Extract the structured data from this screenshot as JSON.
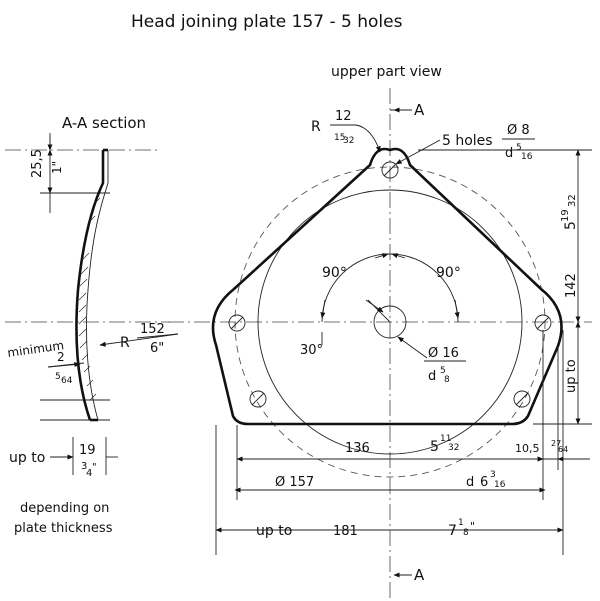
{
  "title": "Head joining plate 157  - 5 holes",
  "view_label": "upper part view",
  "section": {
    "title": "A-A section",
    "top_mm": "25,5",
    "top_in": "1\"",
    "radius_prefix": "R",
    "radius_mm": "152",
    "radius_in": "6\"",
    "minimum_label": "minimum",
    "min_mm": "2",
    "min_in_num": "5",
    "min_in_den": "64",
    "width_prefix": "up to",
    "width_mm": "19",
    "width_in_num": "3",
    "width_in_den": "4",
    "note_line1": "depending on",
    "note_line2": "plate thickness"
  },
  "plate": {
    "section_marker": "A",
    "corner_radius_prefix": "R",
    "corner_radius_mm": "12",
    "corner_radius_in_num": "15",
    "corner_radius_in_den": "32",
    "holes_label": "5 holes",
    "hole_dia_mm": "Ø 8",
    "hole_dia_in_prefix": "d",
    "hole_dia_in_num": "5",
    "hole_dia_in_den": "16",
    "angle_left": "90°",
    "angle_right": "90°",
    "angle_small": "30°",
    "center_dia_mm": "Ø 16",
    "center_dia_in_prefix": "d",
    "center_dia_in_num": "5",
    "center_dia_in_den": "8",
    "height_top_in_whole": "5",
    "height_top_in_num": "19",
    "height_top_in_den": "32",
    "height_mm": "142",
    "height_prefix": "up to",
    "width_136_mm": "136",
    "width_136_in_whole": "5",
    "width_136_in_num": "11",
    "width_136_in_den": "32",
    "offset_mm": "10,5",
    "offset_in_num": "27",
    "offset_in_den": "64",
    "bolt_circle_mm": "Ø 157",
    "bolt_circle_in_prefix": "d",
    "bolt_circle_in_whole": "6",
    "bolt_circle_in_num": "3",
    "bolt_circle_in_den": "16",
    "overall_prefix": "up to",
    "overall_mm": "181",
    "overall_in_whole": "7",
    "overall_in_num": "1",
    "overall_in_den": "8"
  }
}
